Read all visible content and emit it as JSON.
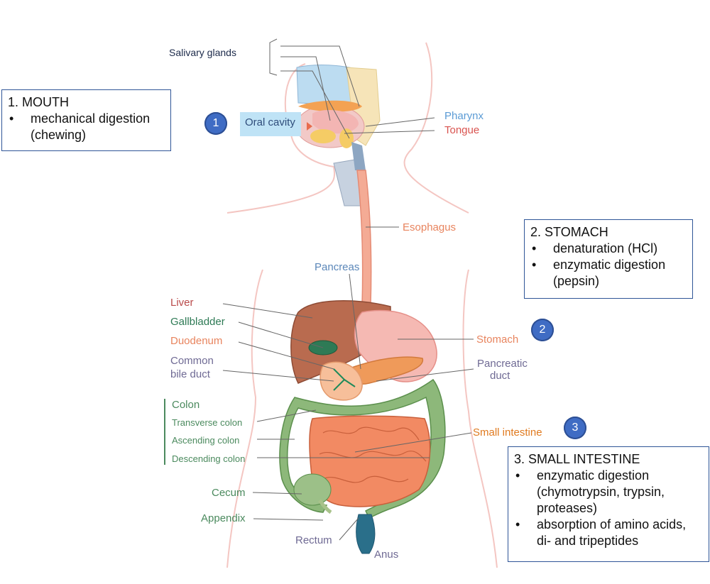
{
  "colors": {
    "pink_label": "#d9777a",
    "green_label": "#4b8a5e",
    "salmon_label": "#e8845e",
    "blue_label": "#5b87b9",
    "purple_label": "#6f6a94",
    "box_border": "#2f5597",
    "marker_fill": "#3f6cc4"
  },
  "markers": [
    "1",
    "2",
    "3"
  ],
  "labels": {
    "salivary_glands": "Salivary glands",
    "oral_cavity": "Oral cavity",
    "pharynx": "Pharynx",
    "tongue": "Tongue",
    "esophagus": "Esophagus",
    "pancreas": "Pancreas",
    "liver": "Liver",
    "gallbladder": "Gallbladder",
    "duodenum": "Duodenum",
    "common_bile_duct_1": "Common",
    "common_bile_duct_2": "bile duct",
    "stomach": "Stomach",
    "pancreatic_duct_1": "Pancreatic",
    "pancreatic_duct_2": "duct",
    "colon": "Colon",
    "transverse_colon": "Transverse colon",
    "ascending_colon": "Ascending colon",
    "descending_colon": "Descending colon",
    "small_intestine": "Small intestine",
    "cecum": "Cecum",
    "appendix": "Appendix",
    "rectum": "Rectum",
    "anus": "Anus"
  },
  "boxes": {
    "mouth": {
      "title": "1. MOUTH",
      "items": [
        "mechanical digestion (chewing)"
      ]
    },
    "stomach": {
      "title": "2. STOMACH",
      "items": [
        "denaturation (HCl)",
        "enzymatic digestion (pepsin)"
      ]
    },
    "small_intestine": {
      "title": "3. SMALL INTESTINE",
      "items": [
        "enzymatic digestion (chymotrypsin, trypsin, proteases)",
        "absorption of amino acids, di- and tripeptides"
      ]
    }
  }
}
